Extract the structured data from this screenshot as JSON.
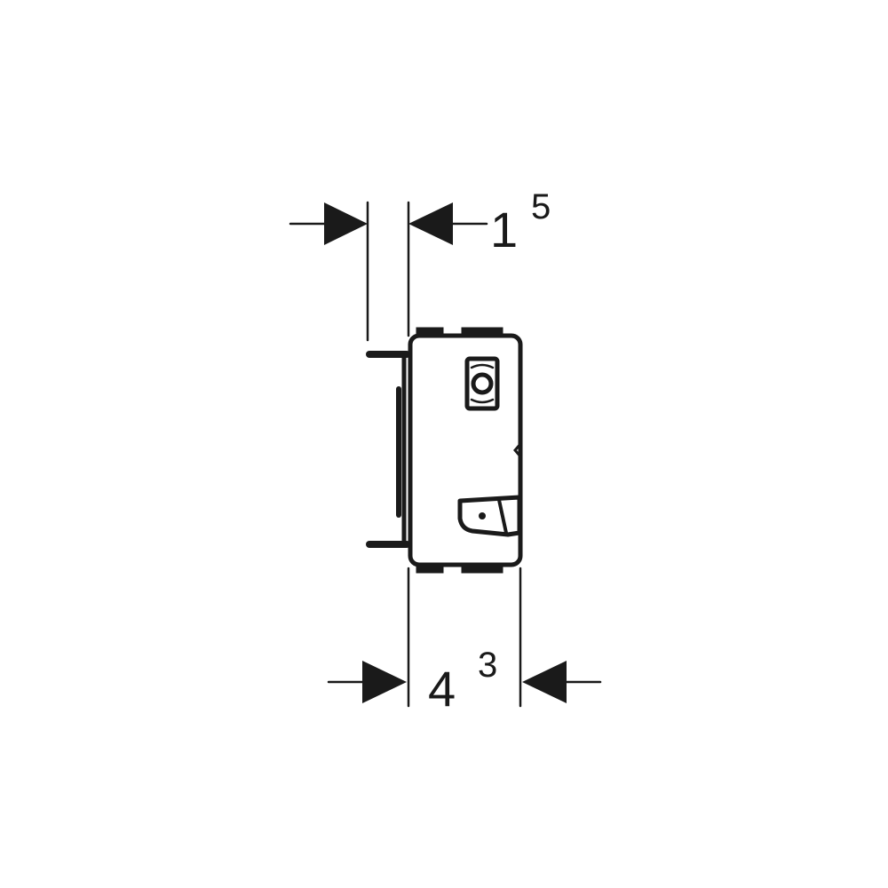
{
  "diagram": {
    "top_dimension": {
      "value": "1",
      "superscript": "5"
    },
    "bottom_dimension": {
      "value": "4",
      "superscript": "3"
    },
    "colors": {
      "line": "#1a1a1a",
      "background": "#ffffff"
    }
  }
}
